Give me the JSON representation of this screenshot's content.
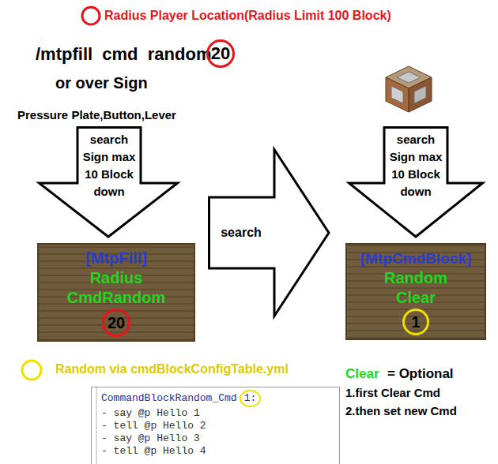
{
  "diagram": {
    "nodes": [
      {
        "text": [
          "search Sign max 10 Block down"
        ]
      },
      {
        "text": [
          "search Sign max 10 Block down"
        ]
      },
      {
        "text": [
          "search"
        ]
      },
      {
        "text": [
          "[MtpFill]",
          "Radius",
          "CmdRandom",
          "20"
        ]
      },
      {
        "text": [
          "[MtpCmdBlock]",
          "Random",
          "Clear",
          "1"
        ]
      },
      {
        "text": [
          "CommandBlockRandom_Cmd",
          "1:",
          "- say @p Hello 1",
          "- tell @p Hello 2",
          "- say @p Hello 3",
          "- tell @p Hello 4"
        ]
      }
    ],
    "labels": [
      "Radius Player Location(Radius Limit 100 Block)",
      "/mtpfill  cmd  random",
      "20",
      "or over Sign",
      "Pressure Plate,Button,Lever",
      "Random via cmdBlockConfigTable.yml",
      "Clear",
      "= Optional",
      "1.first Clear Cmd",
      "2.then set new Cmd"
    ]
  }
}
